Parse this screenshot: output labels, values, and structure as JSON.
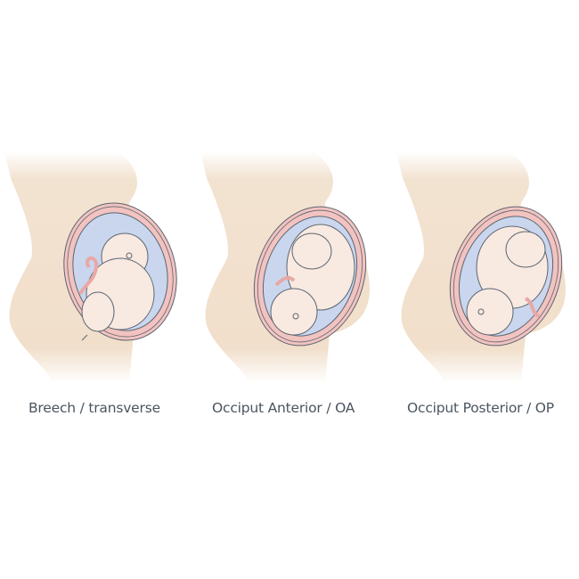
{
  "colors": {
    "background": "#ffffff",
    "body": "#f1dfcb",
    "uterus_wall": "#f2c3c0",
    "amniotic_fluid": "#c9d6ee",
    "fetus_skin": "#f8e9e1",
    "outline": "#5c6670",
    "caption_text": "#4a5560"
  },
  "figures": [
    {
      "id": "breech",
      "caption": "Breech / transverse"
    },
    {
      "id": "oa",
      "caption": "Occiput Anterior / OA"
    },
    {
      "id": "op",
      "caption": "Occiput Posterior / OP"
    }
  ]
}
